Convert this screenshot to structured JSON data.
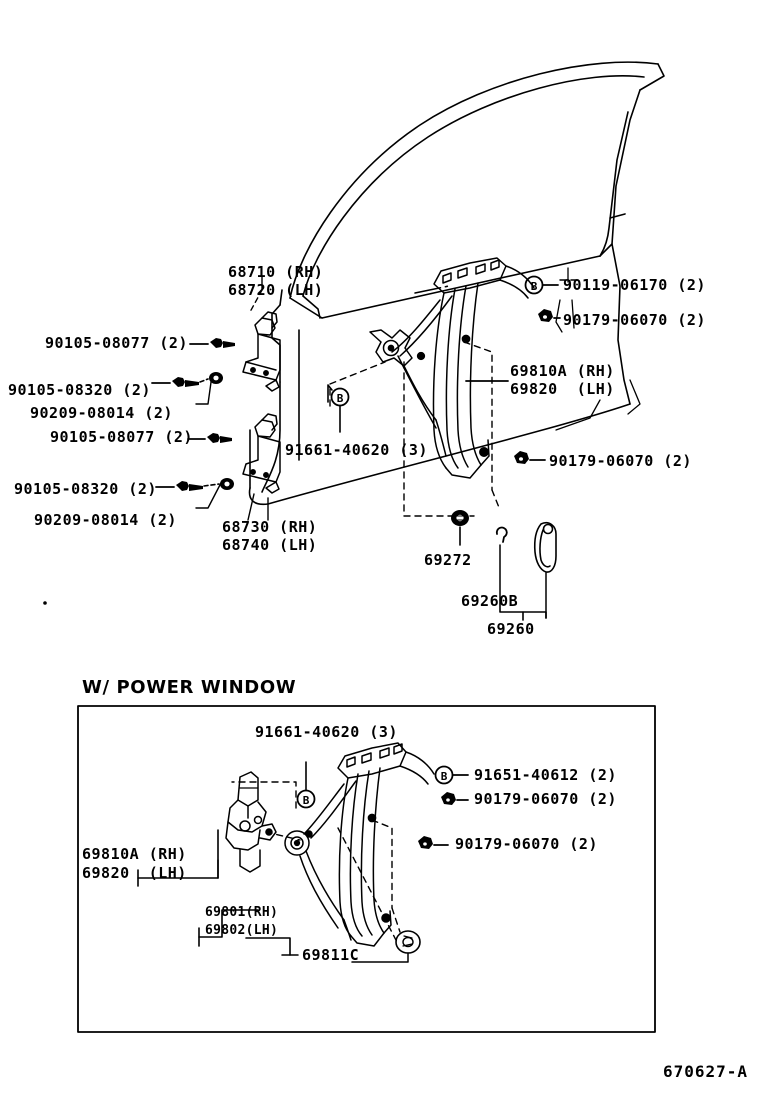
{
  "diagram": {
    "figure_id": "670627-A",
    "section_title": "W/ POWER WINDOW",
    "upper": {
      "labels": [
        {
          "id": "door-glass-rh",
          "text": "68710 (RH)"
        },
        {
          "id": "door-glass-lh",
          "text": "68720 (LH)"
        },
        {
          "id": "bolt-90105-08077-a",
          "text": "90105-08077 (2)"
        },
        {
          "id": "bolt-90105-08320-a",
          "text": "90105-08320 (2)"
        },
        {
          "id": "nut-90209-08014-a",
          "text": "90209-08014 (2)"
        },
        {
          "id": "bolt-90105-08077-b",
          "text": "90105-08077 (2)"
        },
        {
          "id": "bolt-90105-08320-b",
          "text": "90105-08320 (2)"
        },
        {
          "id": "nut-90209-08014-b",
          "text": "90209-08014 (2)"
        },
        {
          "id": "run-channel-rh",
          "text": "68730 (RH)"
        },
        {
          "id": "run-channel-lh",
          "text": "68740 (LH)"
        },
        {
          "id": "clip-91661-40620",
          "text": "91661-40620 (3)"
        },
        {
          "id": "screw-90119-06170",
          "text": "90119-06170 (2)"
        },
        {
          "id": "nut-90179-06070-a",
          "text": "90179-06070 (2)"
        },
        {
          "id": "nut-90179-06070-b",
          "text": "90179-06070 (2)"
        },
        {
          "id": "regulator-rh",
          "text": "69810A (RH)"
        },
        {
          "id": "regulator-lh",
          "text": "69820  (LH)"
        },
        {
          "id": "escutcheon-69272",
          "text": "69272"
        },
        {
          "id": "knob-69260b",
          "text": "69260B"
        },
        {
          "id": "handle-69260",
          "text": "69260"
        }
      ]
    },
    "lower": {
      "title": "W/ POWER WINDOW",
      "labels": [
        {
          "id": "clip-91661-40620-pw",
          "text": "91661-40620 (3)"
        },
        {
          "id": "screw-91651-40612",
          "text": "91651-40612 (2)"
        },
        {
          "id": "nut-90179-06070-c",
          "text": "90179-06070 (2)"
        },
        {
          "id": "nut-90179-06070-d",
          "text": "90179-06070 (2)"
        },
        {
          "id": "regulator-pw-rh",
          "text": "69810A (RH)"
        },
        {
          "id": "regulator-pw-lh",
          "text": "69820  (LH)"
        },
        {
          "id": "motor-rh",
          "text": "69801(RH)"
        },
        {
          "id": "motor-lh",
          "text": "69802(LH)"
        },
        {
          "id": "roller-69811c",
          "text": "69811C"
        }
      ]
    },
    "colors": {
      "ink": "#000000",
      "paper": "#ffffff"
    }
  }
}
